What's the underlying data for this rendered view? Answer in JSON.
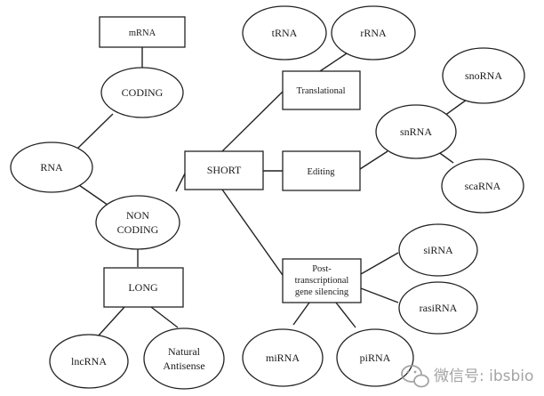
{
  "nodes": {
    "mrna": "mRNA",
    "coding": "CODING",
    "rna": "RNA",
    "non_coding": [
      "NON",
      "CODING"
    ],
    "long": "LONG",
    "lncrna": "lncRNA",
    "natural_antisense": [
      "Natural",
      "Antisense"
    ],
    "short": "SHORT",
    "translational": "Translational",
    "editing": "Editing",
    "ptgs": [
      "Post-",
      "transcriptional",
      "gene silencing"
    ],
    "trna": "tRNA",
    "rrna": "rRNA",
    "snrna": "snRNA",
    "snorna": "snoRNA",
    "scarna": "scaRNA",
    "sirna": "siRNA",
    "rasirna": "rasiRNA",
    "mirna": "miRNA",
    "pirna": "piRNA"
  },
  "watermark": {
    "text": "微信号: ibsbio"
  }
}
